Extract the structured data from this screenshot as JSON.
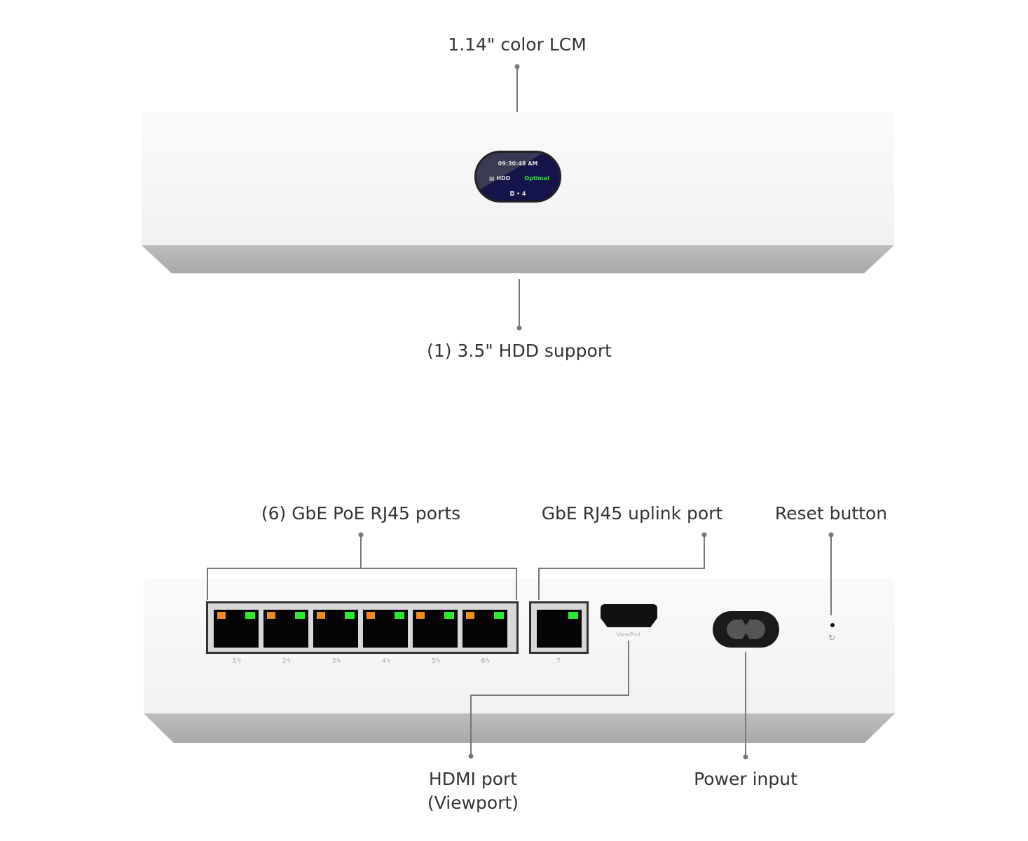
{
  "top": {
    "lcm_label": "1.14\" color LCM",
    "hdd_label": "(1) 3.5\" HDD support",
    "screen": {
      "time": "09:30:48 AM",
      "drive": "HDD",
      "status": "Optimal",
      "camera_count": "• 4"
    }
  },
  "bottom": {
    "poe_label": "(6) GbE PoE RJ45 ports",
    "uplink_label": "GbE RJ45 uplink port",
    "reset_label": "Reset button",
    "hdmi_label_line1": "HDMI port",
    "hdmi_label_line2": "(Viewport)",
    "power_label": "Power input",
    "port_numbers": [
      "1ϟ",
      "2ϟ",
      "3ϟ",
      "4ϟ",
      "5ϟ",
      "6ϟ"
    ],
    "uplink_number": "7",
    "hdmi_print": "ViewPort",
    "reset_icon": "↻"
  },
  "colors": {
    "link_green": "#2ee82e",
    "poe_orange": "#f08a1c",
    "screen_bg": "#1a1a4a"
  }
}
